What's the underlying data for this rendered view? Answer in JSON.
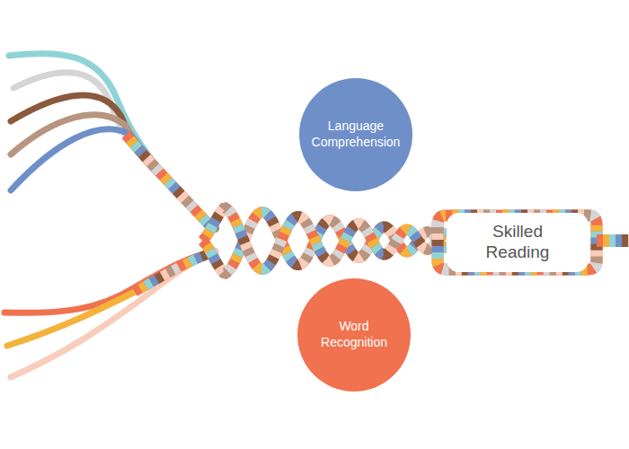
{
  "diagram": {
    "nodes": [
      {
        "text": [
          "Language Comprehension"
        ]
      },
      {
        "text": [
          "Skilled Reading"
        ]
      },
      {
        "text": [
          "Word Recognition"
        ]
      }
    ]
  }
}
